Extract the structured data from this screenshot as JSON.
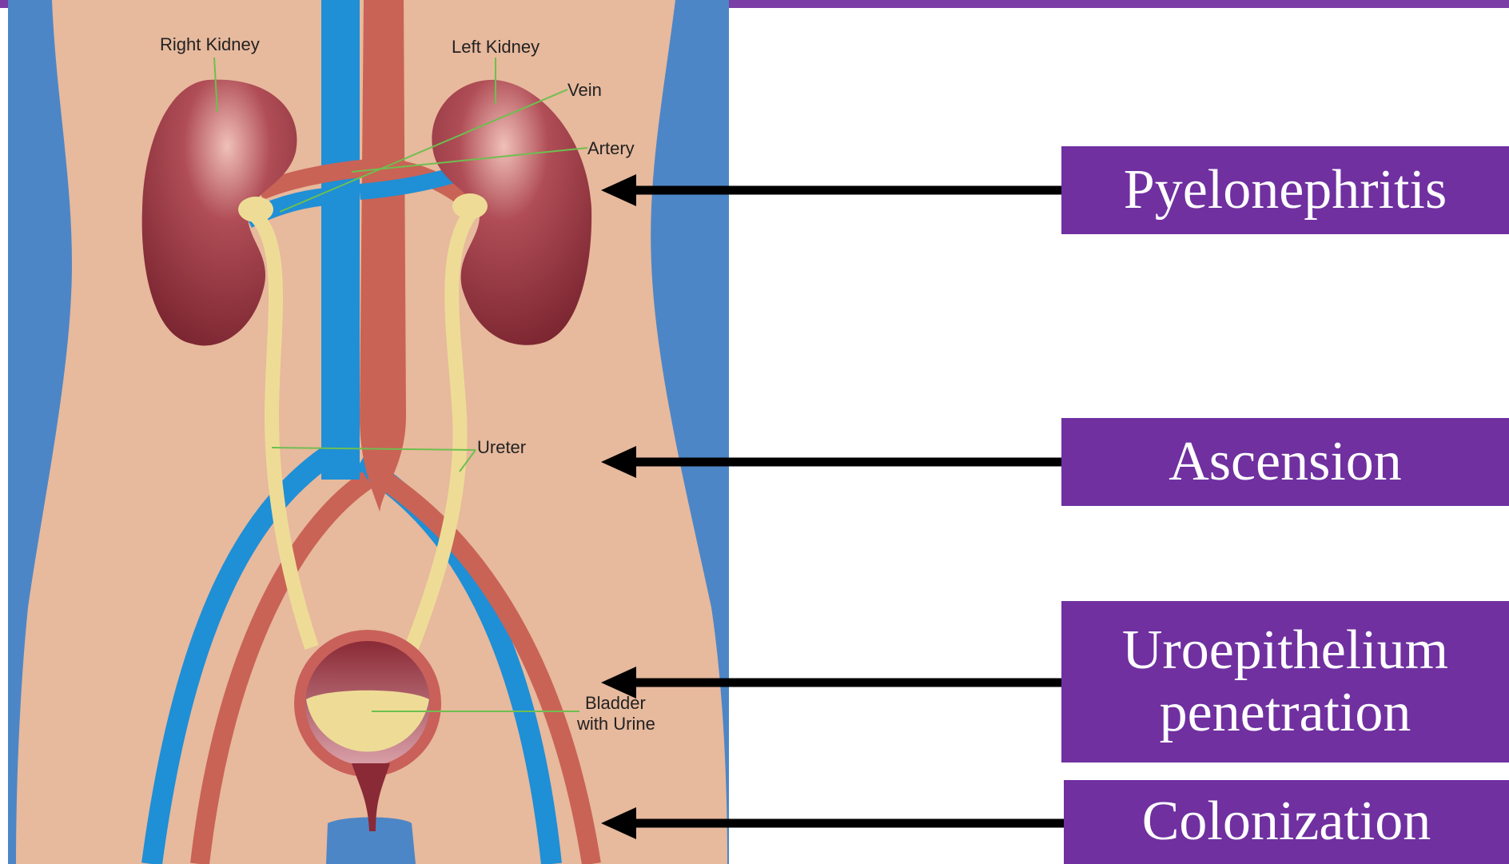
{
  "colors": {
    "accent_purple": "#7030a0",
    "vein_blue": "#1f8fd6",
    "artery_red": "#c96356",
    "kidney": "#8b2f38",
    "ureter": "#eedc96",
    "skin": "#e7b99d",
    "background_blue": "#4d86c6",
    "label_line_green": "#6ebf4f"
  },
  "anatomy": {
    "labels": {
      "right_kidney": "Right Kidney",
      "left_kidney": "Left Kidney",
      "vein": "Vein",
      "artery": "Artery",
      "ureter": "Ureter",
      "bladder_line1": "Bladder",
      "bladder_line2": "with Urine"
    }
  },
  "stages": {
    "pyelonephritis": "Pyelonephritis",
    "ascension": "Ascension",
    "uroepithelium_line1": "Uroepithelium",
    "uroepithelium_line2": "penetration",
    "colonization": "Colonization"
  }
}
